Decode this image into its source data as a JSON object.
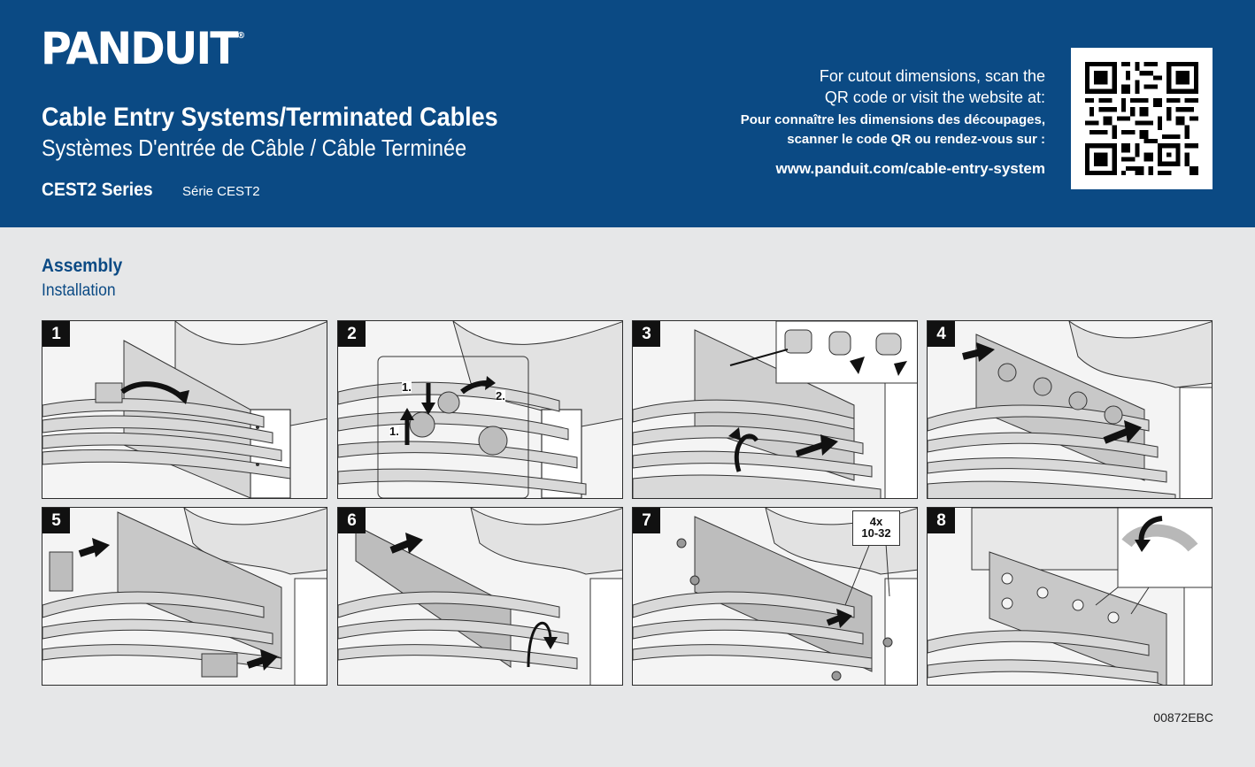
{
  "header": {
    "brand": "PANDUIT",
    "registered_mark": "®",
    "title_en": "Cable Entry Systems/Terminated Cables",
    "title_fr": "Systèmes D'entrée de Câble / Câble Terminée",
    "series_en": "CEST2 Series",
    "series_fr": "Série CEST2"
  },
  "cutout": {
    "line1_en": "For cutout dimensions, scan the",
    "line2_en": "QR code or visit the website at:",
    "line1_fr": "Pour connaître les dimensions des découpages,",
    "line2_fr": "scanner le code QR ou rendez-vous sur :",
    "url": "www.panduit.com/cable-entry-system"
  },
  "section": {
    "title_en": "Assembly",
    "title_fr": "Installation"
  },
  "steps": [
    {
      "number": "1"
    },
    {
      "number": "2",
      "labels": [
        "1.",
        "1.",
        "2."
      ]
    },
    {
      "number": "3"
    },
    {
      "number": "4"
    },
    {
      "number": "5"
    },
    {
      "number": "6"
    },
    {
      "number": "7",
      "callout_qty": "4x",
      "callout_screw": "10-32"
    },
    {
      "number": "8"
    }
  ],
  "doc_code": "00872EBC",
  "colors": {
    "header_blue": "#0b4a84",
    "page_gray": "#e6e7e8",
    "panel_border": "#2b2b2b"
  }
}
